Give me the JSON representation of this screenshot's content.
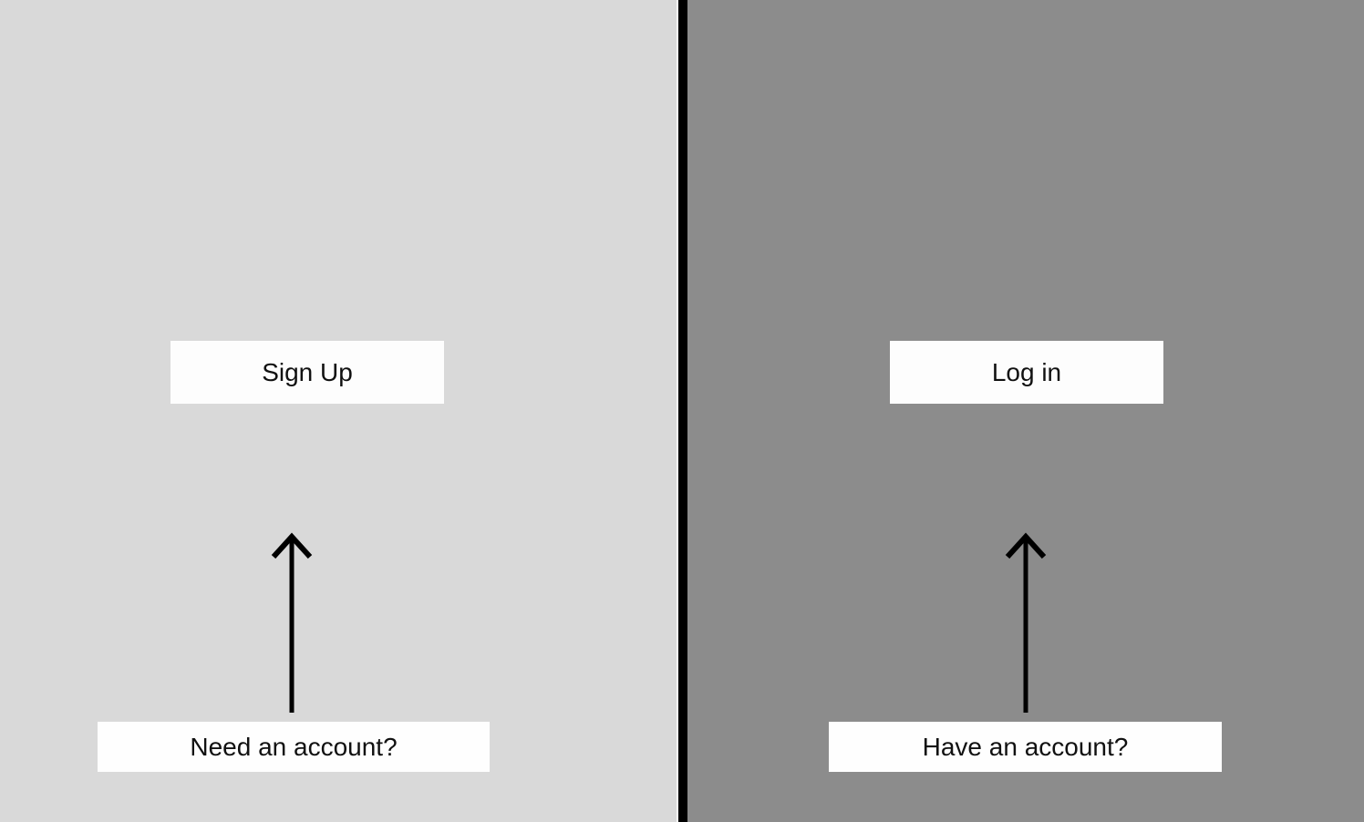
{
  "page": {
    "left_background": "#D9D9D9",
    "right_background": "#8C8C8C",
    "divider_color": "#000000",
    "divider_gap_color": "#FAFAFA",
    "text_color": "#111111",
    "button_background": "#FDFDFD"
  },
  "left_panel": {
    "button_label": "Sign Up",
    "annotation_label": "Need an account?"
  },
  "right_panel": {
    "button_label": "Log in",
    "annotation_label": "Have an account?"
  },
  "icons": {
    "left_arrow": "arrow-up-icon",
    "right_arrow": "arrow-up-icon"
  }
}
